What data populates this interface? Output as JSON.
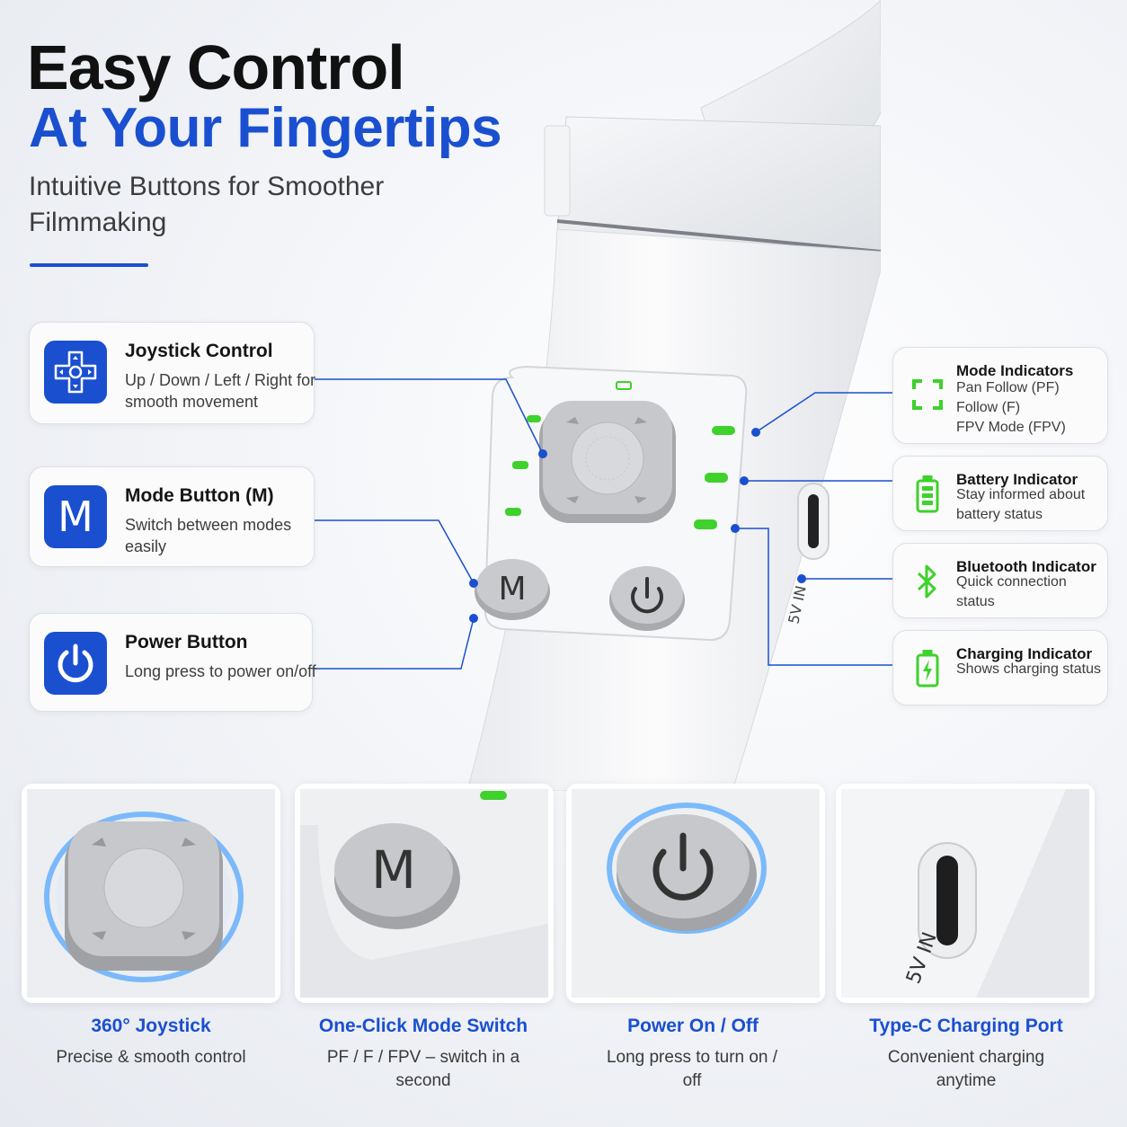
{
  "headline": {
    "line1": "Easy Control",
    "line2": "At Your Fingertips",
    "subtitle": "Intuitive Buttons for Smoother Filmmaking"
  },
  "left_callouts": [
    {
      "title": "Joystick Control",
      "desc": "Up / Down / Left / Right for smooth movement",
      "icon": "dpad-icon"
    },
    {
      "title": "Mode Button (M)",
      "desc": "Switch between modes easily",
      "icon": "m-letter-icon",
      "icon_text": "M"
    },
    {
      "title": "Power Button",
      "desc": "Long press to power on/off",
      "icon": "power-icon"
    }
  ],
  "right_callouts": [
    {
      "title": "Mode Indicators",
      "lines": [
        "Pan Follow (PF)",
        "Follow (F)",
        "FPV Mode (FPV)"
      ],
      "icon": "frame-brackets-icon"
    },
    {
      "title": "Battery Indicator",
      "desc": "Stay informed about battery status",
      "icon": "battery-icon"
    },
    {
      "title": "Bluetooth Indicator",
      "desc": "Quick connection status",
      "icon": "bluetooth-icon"
    },
    {
      "title": "Charging Indicator",
      "desc": "Shows charging status",
      "icon": "charging-battery-icon"
    }
  ],
  "device": {
    "mode_button_text": "M",
    "port_label": "5V IN"
  },
  "features": [
    {
      "title": "360° Joystick",
      "desc": "Precise & smooth control"
    },
    {
      "title": "One-Click Mode Switch",
      "desc": "PF / F / FPV – switch in a second",
      "button_text": "M"
    },
    {
      "title": "Power On / Off",
      "desc": "Long press to turn on / off"
    },
    {
      "title": "Type-C Charging Port",
      "desc": "Convenient charging anytime",
      "port_label": "5V IN"
    }
  ],
  "colors": {
    "brand_blue": "#1a4fd0",
    "indicator_green": "#3fd12c",
    "device_white": "#f4f5f7",
    "button_gray": "#b9bbbf"
  }
}
